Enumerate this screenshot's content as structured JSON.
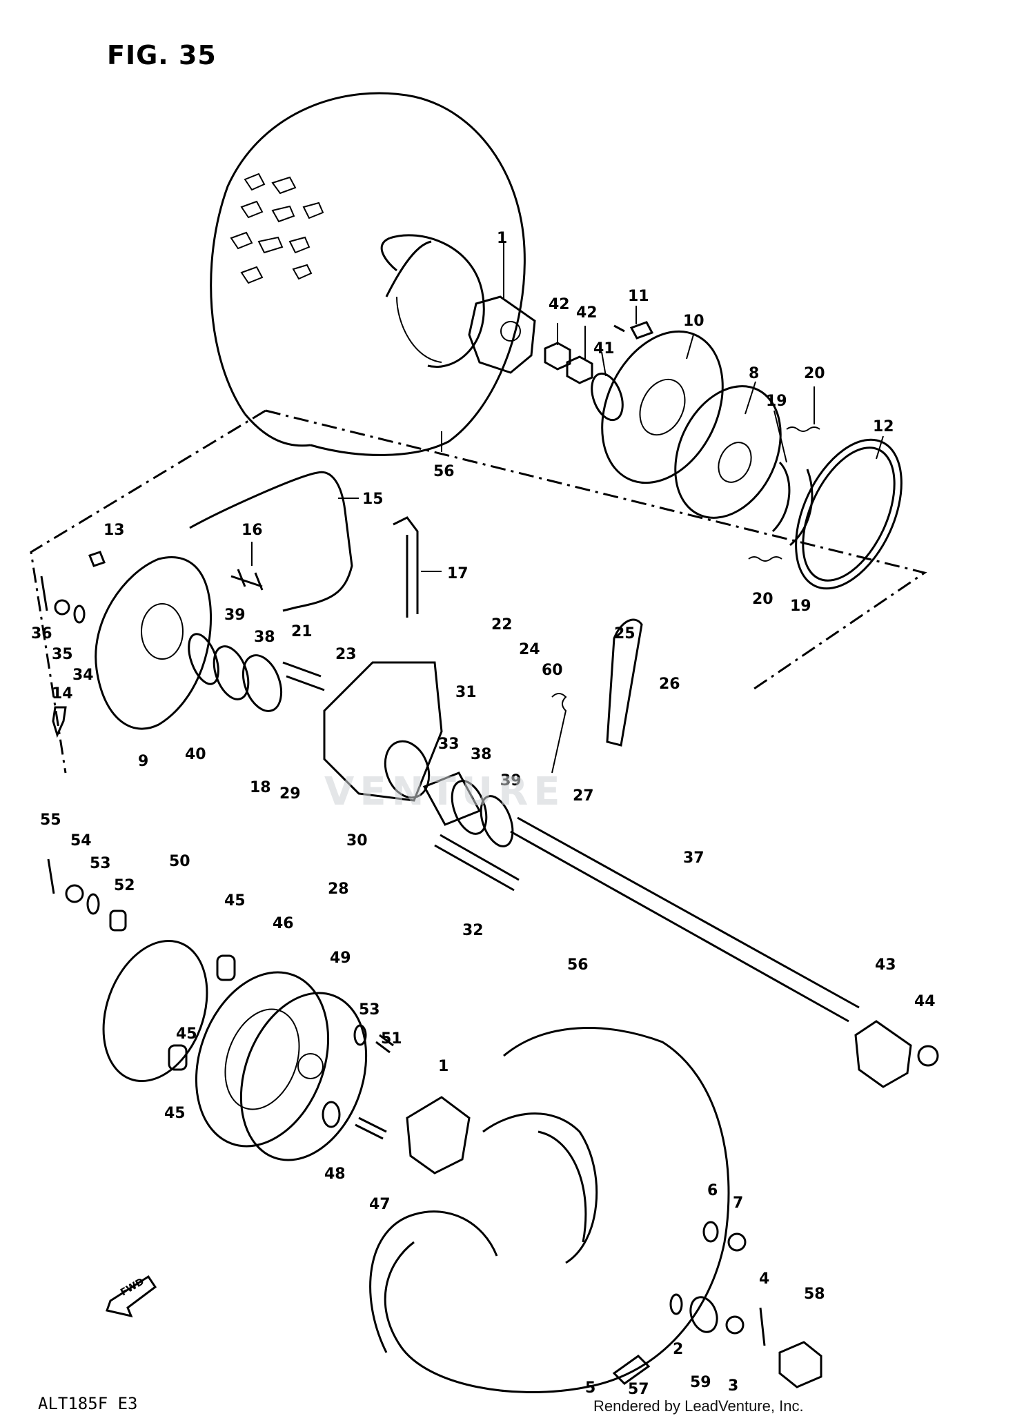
{
  "figure_title": "FIG. 35",
  "model_code": "ALT185F  E3",
  "render_credit": "Rendered by LeadVenture, Inc.",
  "watermark": "VENTURE",
  "fwd_label": "FWD",
  "callouts": [
    "1",
    "42",
    "42",
    "11",
    "10",
    "41",
    "8",
    "20",
    "19",
    "12",
    "56",
    "15",
    "13",
    "16",
    "17",
    "36",
    "35",
    "34",
    "39",
    "38",
    "21",
    "23",
    "22",
    "24",
    "25",
    "60",
    "26",
    "14",
    "9",
    "40",
    "31",
    "18",
    "29",
    "33",
    "38",
    "39",
    "27",
    "30",
    "28",
    "55",
    "54",
    "53",
    "52",
    "50",
    "45",
    "46",
    "49",
    "32",
    "37",
    "43",
    "44",
    "56",
    "53",
    "51",
    "1",
    "45",
    "45",
    "48",
    "47",
    "6",
    "7",
    "4",
    "58",
    "2",
    "59",
    "3",
    "57",
    "5",
    "20",
    "19"
  ]
}
